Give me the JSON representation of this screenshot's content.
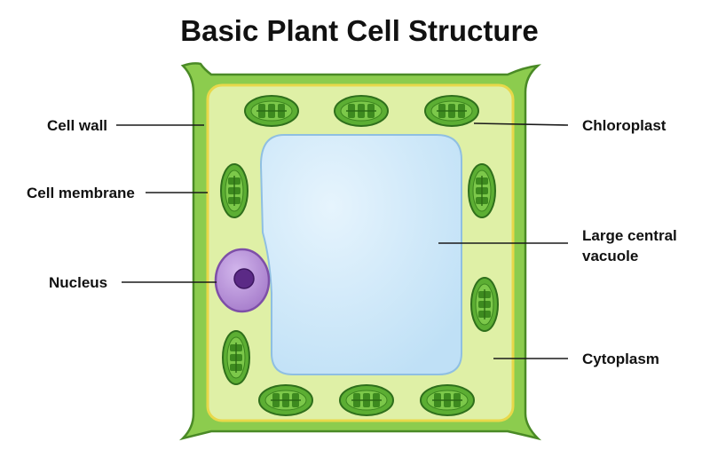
{
  "title": "Basic Plant Cell Structure",
  "labels": {
    "cell_wall": "Cell wall",
    "cell_membrane": "Cell membrane",
    "nucleus": "Nucleus",
    "chloroplast": "Chloroplast",
    "vacuole_line1": "Large central",
    "vacuole_line2": "vacuole",
    "cytoplasm": "Cytoplasm"
  },
  "colors": {
    "cell_wall": "#8ccc4e",
    "cytoplasm": "#dff0a6",
    "membrane": "#e8d84a",
    "vacuole": "#cfe8f8",
    "chloroplast": "#5aaa32",
    "nucleus": "#b48ad6",
    "nucleolus": "#5b2a86"
  }
}
